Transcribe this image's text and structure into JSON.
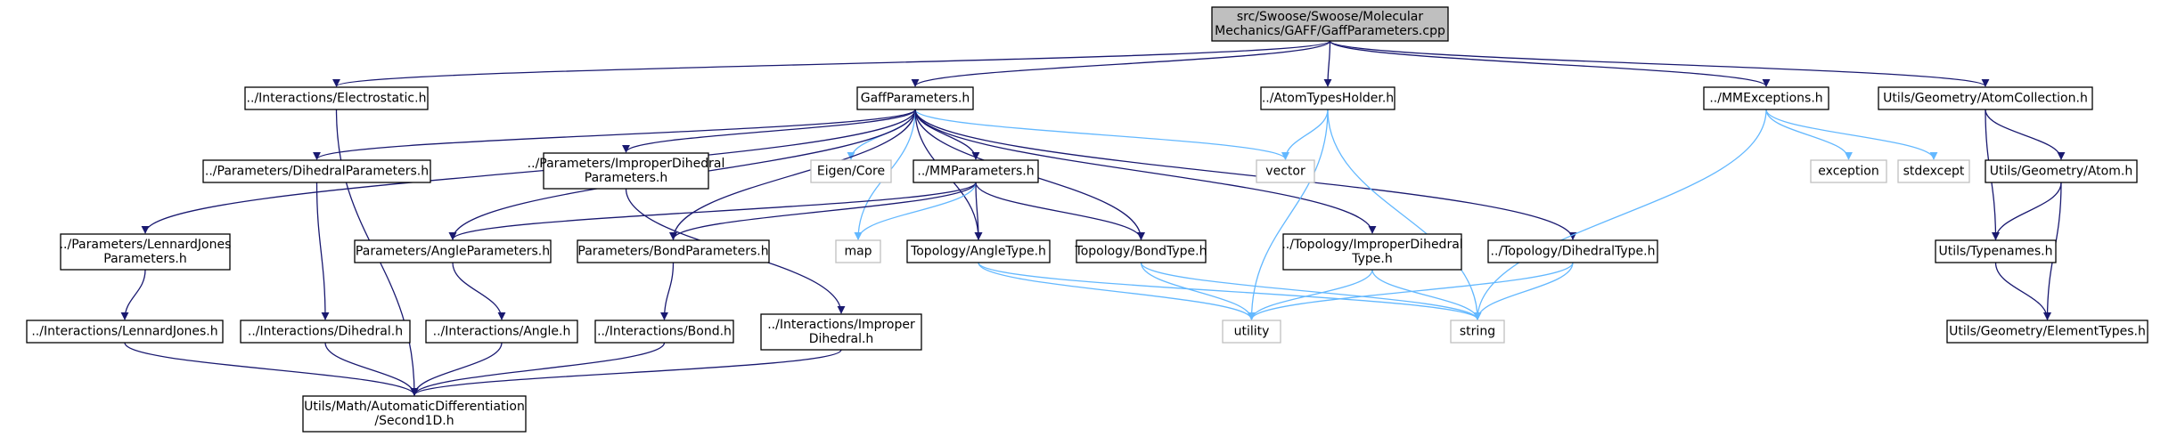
{
  "diagram": {
    "nodes": [
      {
        "id": "root",
        "lines": [
          "src/Swoose/Swoose/Molecular",
          "Mechanics/GAFF/GaffParameters.cpp"
        ],
        "kind": "root"
      },
      {
        "id": "electrostatic",
        "lines": [
          "../Interactions/Electrostatic.h"
        ],
        "kind": "file"
      },
      {
        "id": "gaffparams",
        "lines": [
          "GaffParameters.h"
        ],
        "kind": "file"
      },
      {
        "id": "atomtypes",
        "lines": [
          "../AtomTypesHolder.h"
        ],
        "kind": "file"
      },
      {
        "id": "mmexceptions",
        "lines": [
          "../MMExceptions.h"
        ],
        "kind": "file"
      },
      {
        "id": "atomcollection",
        "lines": [
          "Utils/Geometry/AtomCollection.h"
        ],
        "kind": "file"
      },
      {
        "id": "dihedralparams",
        "lines": [
          "../Parameters/DihedralParameters.h"
        ],
        "kind": "file"
      },
      {
        "id": "improperparams",
        "lines": [
          "../Parameters/ImproperDihedral",
          "Parameters.h"
        ],
        "kind": "file"
      },
      {
        "id": "eigencore",
        "lines": [
          "Eigen/Core"
        ],
        "kind": "sys"
      },
      {
        "id": "mmparams",
        "lines": [
          "../MMParameters.h"
        ],
        "kind": "file"
      },
      {
        "id": "vector",
        "lines": [
          "vector"
        ],
        "kind": "sys"
      },
      {
        "id": "exception",
        "lines": [
          "exception"
        ],
        "kind": "sys"
      },
      {
        "id": "stdexcept",
        "lines": [
          "stdexcept"
        ],
        "kind": "sys"
      },
      {
        "id": "atom",
        "lines": [
          "Utils/Geometry/Atom.h"
        ],
        "kind": "file"
      },
      {
        "id": "ljparams",
        "lines": [
          "../Parameters/LennardJones",
          "Parameters.h"
        ],
        "kind": "file"
      },
      {
        "id": "angleparams",
        "lines": [
          "Parameters/AngleParameters.h"
        ],
        "kind": "file"
      },
      {
        "id": "bondparams",
        "lines": [
          "Parameters/BondParameters.h"
        ],
        "kind": "file"
      },
      {
        "id": "map",
        "lines": [
          "map"
        ],
        "kind": "sys"
      },
      {
        "id": "angletype",
        "lines": [
          "Topology/AngleType.h"
        ],
        "kind": "file"
      },
      {
        "id": "bondtype",
        "lines": [
          "Topology/BondType.h"
        ],
        "kind": "file"
      },
      {
        "id": "impropertype",
        "lines": [
          "../Topology/ImproperDihedral",
          "Type.h"
        ],
        "kind": "file"
      },
      {
        "id": "dihedraltype",
        "lines": [
          "../Topology/DihedralType.h"
        ],
        "kind": "file"
      },
      {
        "id": "typenames",
        "lines": [
          "Utils/Typenames.h"
        ],
        "kind": "file"
      },
      {
        "id": "ljh",
        "lines": [
          "../Interactions/LennardJones.h"
        ],
        "kind": "file"
      },
      {
        "id": "dihedralh",
        "lines": [
          "../Interactions/Dihedral.h"
        ],
        "kind": "file"
      },
      {
        "id": "angleh",
        "lines": [
          "../Interactions/Angle.h"
        ],
        "kind": "file"
      },
      {
        "id": "bondh",
        "lines": [
          "../Interactions/Bond.h"
        ],
        "kind": "file"
      },
      {
        "id": "improperh",
        "lines": [
          "../Interactions/Improper",
          "Dihedral.h"
        ],
        "kind": "file"
      },
      {
        "id": "utility",
        "lines": [
          "utility"
        ],
        "kind": "sys"
      },
      {
        "id": "string",
        "lines": [
          "string"
        ],
        "kind": "sys"
      },
      {
        "id": "elementtypes",
        "lines": [
          "Utils/Geometry/ElementTypes.h"
        ],
        "kind": "file"
      },
      {
        "id": "second1d",
        "lines": [
          "Utils/Math/AutomaticDifferentiation",
          "/Second1D.h"
        ],
        "kind": "file"
      }
    ]
  }
}
